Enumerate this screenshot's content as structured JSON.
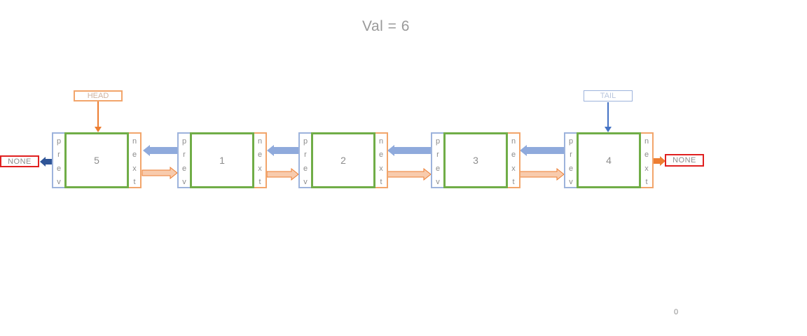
{
  "title": "Val = 6",
  "head_label": "HEAD",
  "tail_label": "TAIL",
  "none_left": "NONE",
  "none_right": "NONE",
  "prev_letters": [
    "p",
    "r",
    "e",
    "v"
  ],
  "next_letters": [
    "n",
    "e",
    "x",
    "t"
  ],
  "nodes": [
    {
      "value": "5"
    },
    {
      "value": "1"
    },
    {
      "value": "2"
    },
    {
      "value": "3"
    },
    {
      "value": "4"
    }
  ],
  "corner_text": "0",
  "colors": {
    "value_border": "#70ad47",
    "prev_border": "#9db3dc",
    "next_border": "#f2a56b",
    "prev_arrow": "#8faadc",
    "next_arrow": "#f4b183",
    "none_border": "#e02020",
    "left_none_arrow": "#2f5597",
    "right_none_arrow": "#ed7d31"
  }
}
